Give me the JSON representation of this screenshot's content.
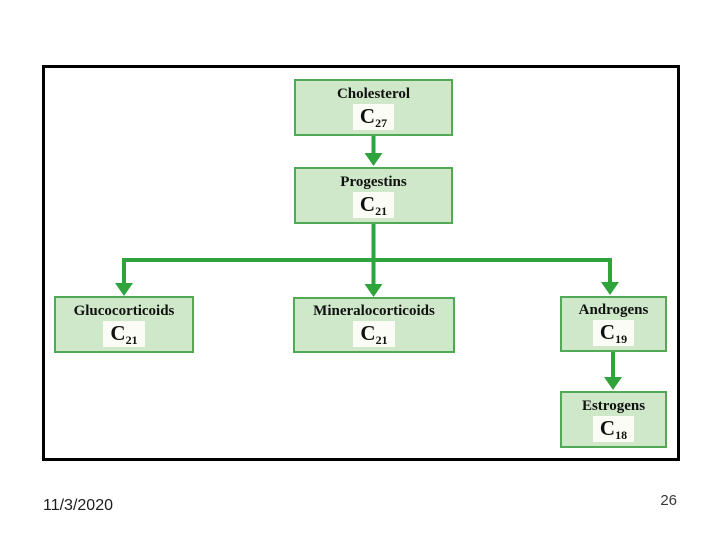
{
  "slide": {
    "footer": {
      "date": "11/3/2020",
      "page_number": "26"
    }
  },
  "diagram": {
    "type": "flowchart",
    "description": "Steroid hormone classes derived from cholesterol",
    "nodes": [
      {
        "id": "cholesterol",
        "label": "Cholesterol",
        "formula_base": "C",
        "formula_sub": "27"
      },
      {
        "id": "progestins",
        "label": "Progestins",
        "formula_base": "C",
        "formula_sub": "21"
      },
      {
        "id": "glucocorticoids",
        "label": "Glucocorticoids",
        "formula_base": "C",
        "formula_sub": "21"
      },
      {
        "id": "mineralocorticoids",
        "label": "Mineralocorticoids",
        "formula_base": "C",
        "formula_sub": "21"
      },
      {
        "id": "androgens",
        "label": "Androgens",
        "formula_base": "C",
        "formula_sub": "19"
      },
      {
        "id": "estrogens",
        "label": "Estrogens",
        "formula_base": "C",
        "formula_sub": "18"
      }
    ],
    "edges": [
      {
        "from": "cholesterol",
        "to": "progestins"
      },
      {
        "from": "progestins",
        "to": "glucocorticoids"
      },
      {
        "from": "progestins",
        "to": "mineralocorticoids"
      },
      {
        "from": "progestins",
        "to": "androgens"
      },
      {
        "from": "androgens",
        "to": "estrogens"
      }
    ],
    "colors": {
      "box_fill": "#cfe8c9",
      "box_border": "#52a955",
      "arrow": "#2fa43c",
      "formula_patch": "#fcfcf6",
      "frame_border": "#000000"
    }
  }
}
